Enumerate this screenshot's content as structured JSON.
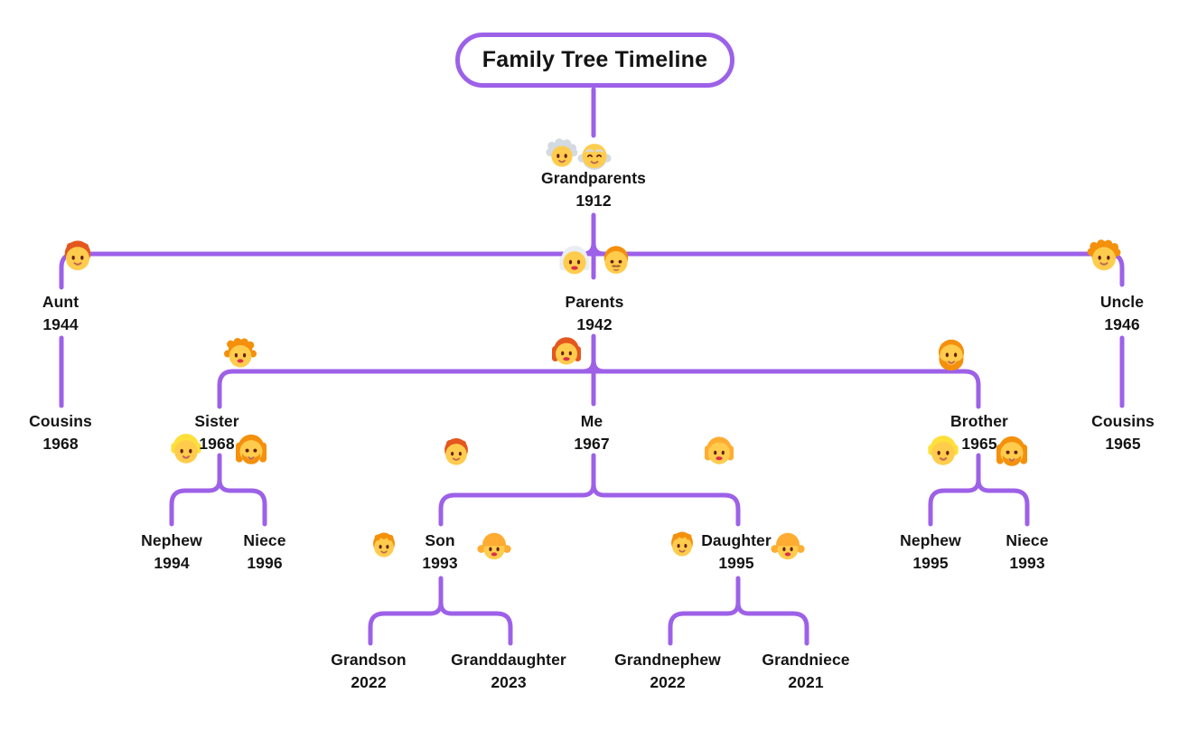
{
  "title": "Family Tree Timeline",
  "colors": {
    "line": "#9D61E8",
    "text": "#141414",
    "background": "#FFFFFF"
  },
  "nodes": {
    "grandparents": {
      "label": "Grandparents",
      "year": "1912",
      "icons": [
        "older-woman-icon",
        "older-man-icon"
      ]
    },
    "aunt": {
      "label": "Aunt",
      "year": "1944",
      "icons": [
        "person-red-hair-icon"
      ]
    },
    "parents": {
      "label": "Parents",
      "year": "1942",
      "icons": [
        "woman-white-hair-icon",
        "man-mustache-icon"
      ]
    },
    "uncle": {
      "label": "Uncle",
      "year": "1946",
      "icons": [
        "person-curly-hair-icon"
      ]
    },
    "cousins_left": {
      "label": "Cousins",
      "year": "1968",
      "icons": []
    },
    "sister": {
      "label": "Sister",
      "year": "1968",
      "icons": [
        "woman-curly-hair-icon",
        "person-blond-hair-icon",
        "woman-beard-icon"
      ]
    },
    "me": {
      "label": "Me",
      "year": "1967",
      "icons": [
        "woman-red-hair-icon"
      ]
    },
    "brother": {
      "label": "Brother",
      "year": "1965",
      "icons": [
        "man-beard-icon",
        "person-blond-hair-icon",
        "woman-beard-icon"
      ]
    },
    "cousins_right": {
      "label": "Cousins",
      "year": "1965",
      "icons": []
    },
    "nephew_left": {
      "label": "Nephew",
      "year": "1994",
      "icons": []
    },
    "niece_left": {
      "label": "Niece",
      "year": "1996",
      "icons": []
    },
    "son": {
      "label": "Son",
      "year": "1993",
      "icons": [
        "person-red-hair-icon",
        "boy-child-icon",
        "girl-icon"
      ]
    },
    "daughter": {
      "label": "Daughter",
      "year": "1995",
      "icons": [
        "woman-blond-hair-icon",
        "boy-child-icon",
        "girl-icon"
      ]
    },
    "nephew_right": {
      "label": "Nephew",
      "year": "1995",
      "icons": []
    },
    "niece_right": {
      "label": "Niece",
      "year": "1993",
      "icons": []
    },
    "grandson": {
      "label": "Grandson",
      "year": "2022",
      "icons": []
    },
    "granddaughter": {
      "label": "Granddaughter",
      "year": "2023",
      "icons": []
    },
    "grandnephew": {
      "label": "Grandnephew",
      "year": "2022",
      "icons": []
    },
    "grandniece": {
      "label": "Grandniece",
      "year": "2021",
      "icons": []
    }
  }
}
